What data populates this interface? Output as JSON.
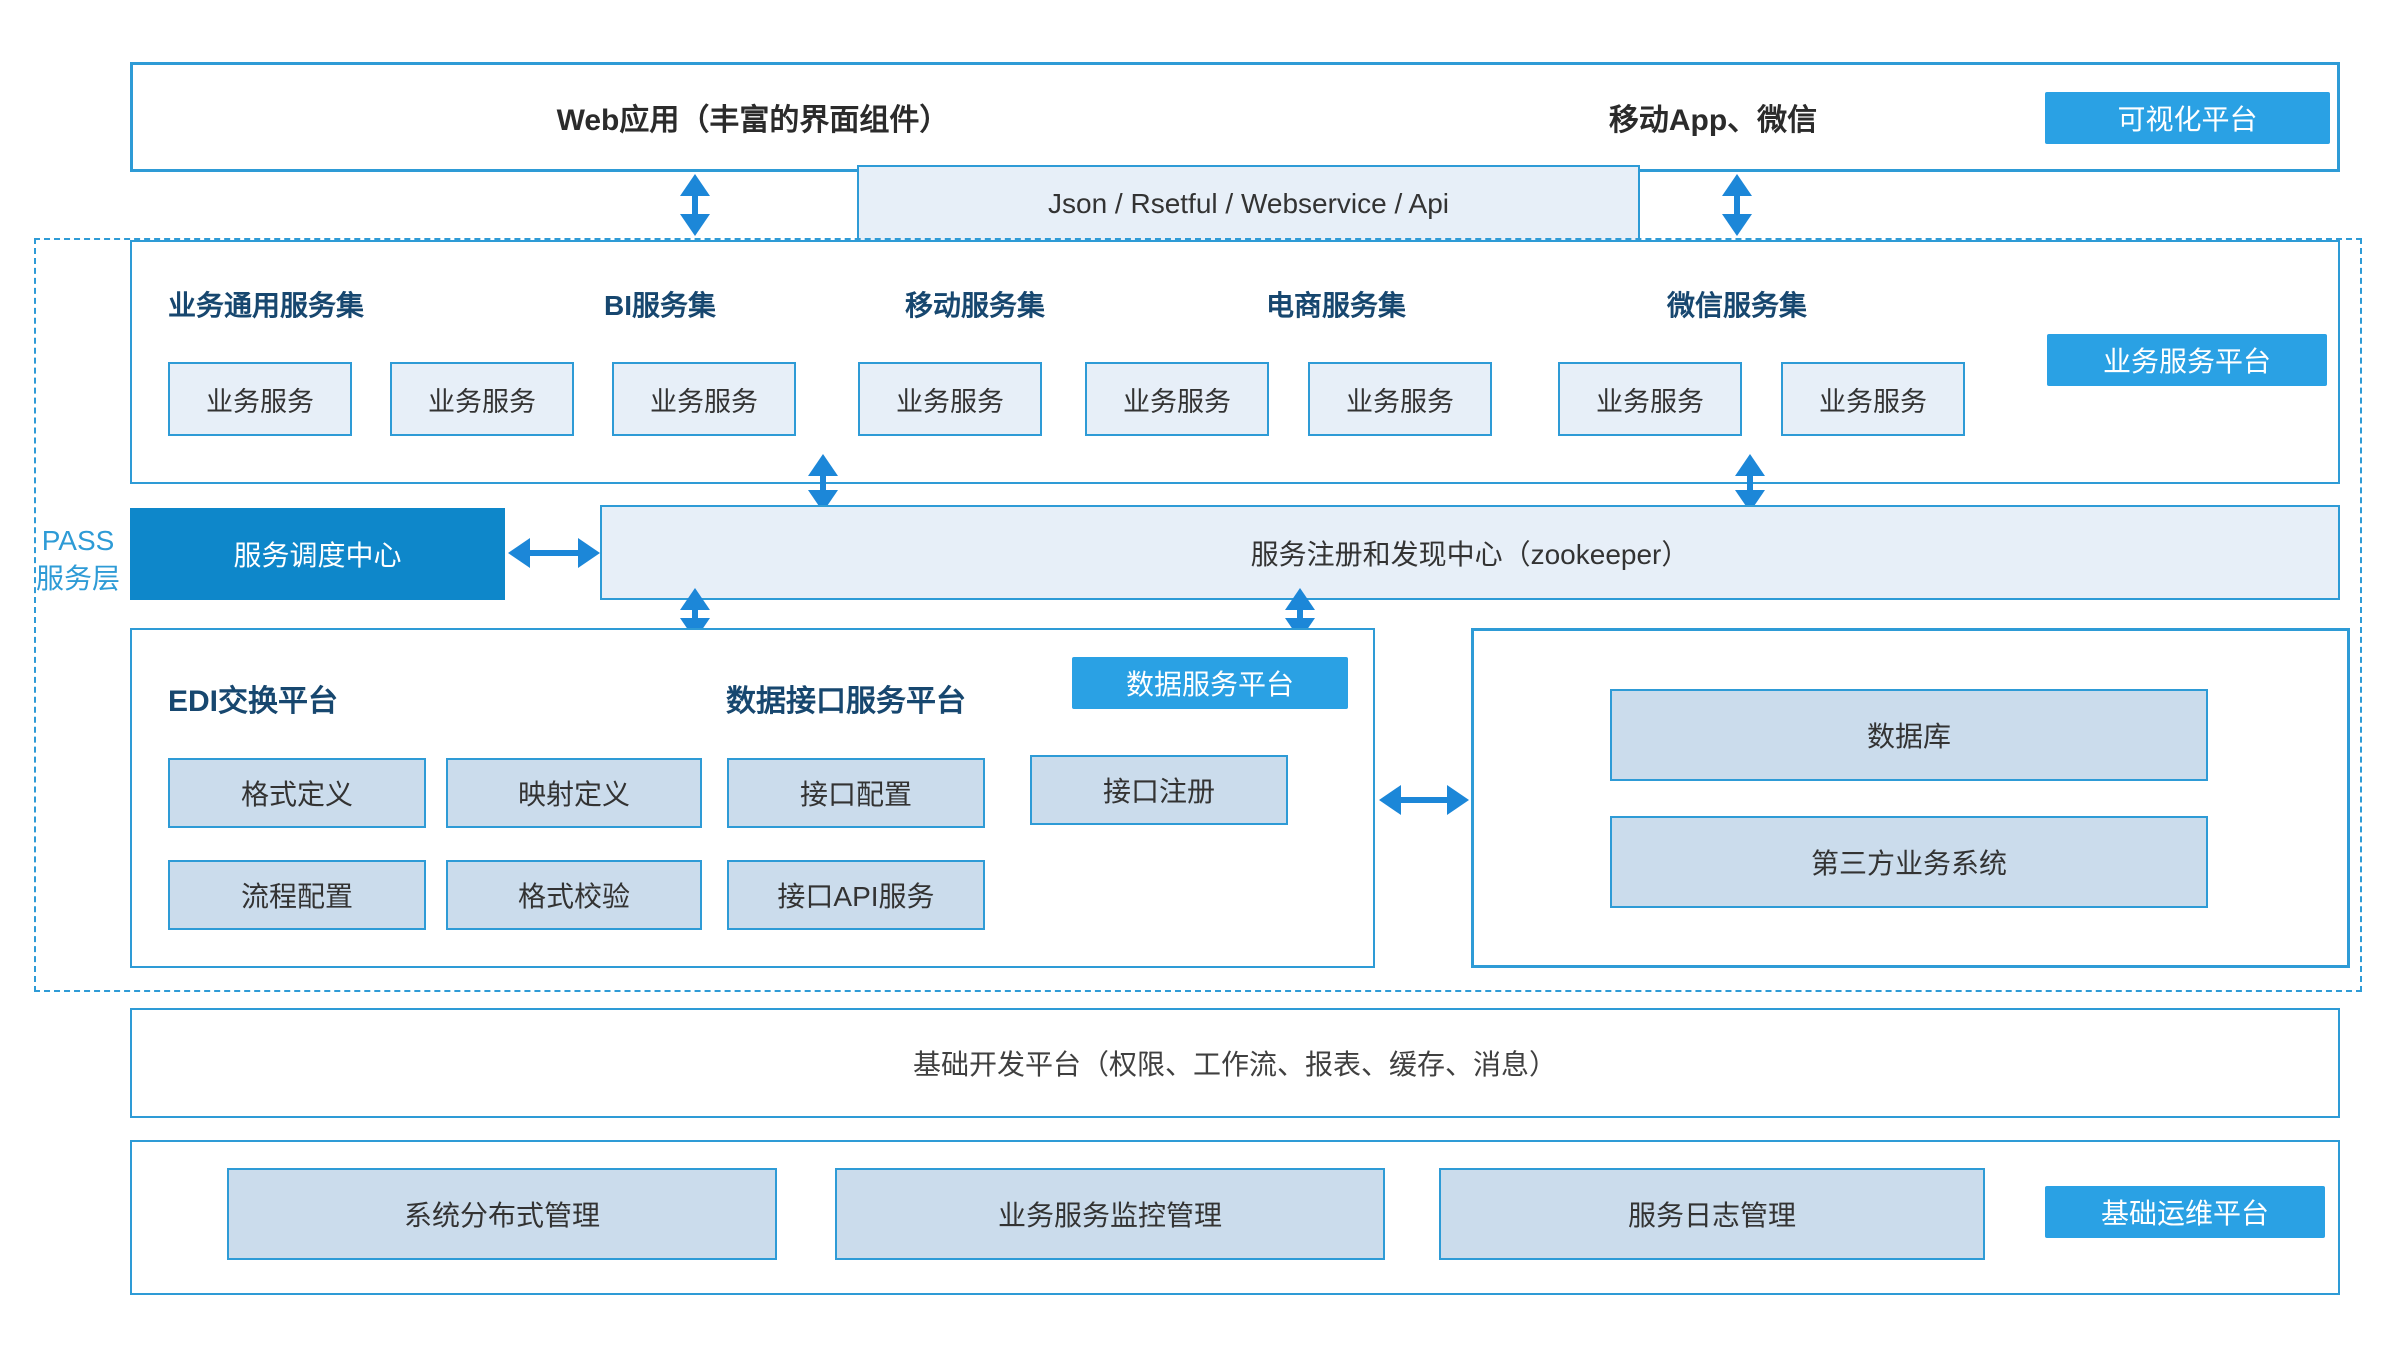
{
  "colors": {
    "border_blue": "#2e9bd6",
    "arrow_blue": "#1c87d8",
    "button_blue": "#2aa1e4",
    "solid_box_blue": "#0e87ca",
    "light_fill": "#e7eff8",
    "mid_fill": "#cbdcec",
    "heading_navy": "#17476f"
  },
  "top_bar": {
    "web_label": "Web应用（丰富的界面组件）",
    "mobile_label": "移动App、微信",
    "badge": "可视化平台"
  },
  "api_bar": {
    "label": "Json / Rsetful / Webservice / Api"
  },
  "pass_layer": {
    "line1": "PASS",
    "line2": "服务层"
  },
  "business_platform": {
    "badge": "业务服务平台",
    "groups": [
      "业务通用服务集",
      "BI服务集",
      "移动服务集",
      "电商服务集",
      "微信服务集"
    ],
    "service_boxes": [
      "业务服务",
      "业务服务",
      "业务服务",
      "业务服务",
      "业务服务",
      "业务服务",
      "业务服务",
      "业务服务"
    ]
  },
  "dispatch_center": {
    "label": "服务调度中心"
  },
  "registry_center": {
    "label": "服务注册和发现中心（zookeeper）"
  },
  "data_platform": {
    "edi_title": "EDI交换平台",
    "interface_title": "数据接口服务平台",
    "badge": "数据服务平台",
    "row1": [
      "格式定义",
      "映射定义",
      "接口配置",
      "接口注册"
    ],
    "row2": [
      "流程配置",
      "格式校验",
      "接口API服务"
    ]
  },
  "external_systems": {
    "items": [
      "数据库",
      "第三方业务系统"
    ]
  },
  "base_dev_platform": {
    "label": "基础开发平台（权限、工作流、报表、缓存、消息）"
  },
  "ops_platform": {
    "badge": "基础运维平台",
    "items": [
      "系统分布式管理",
      "业务服务监控管理",
      "服务日志管理"
    ]
  }
}
